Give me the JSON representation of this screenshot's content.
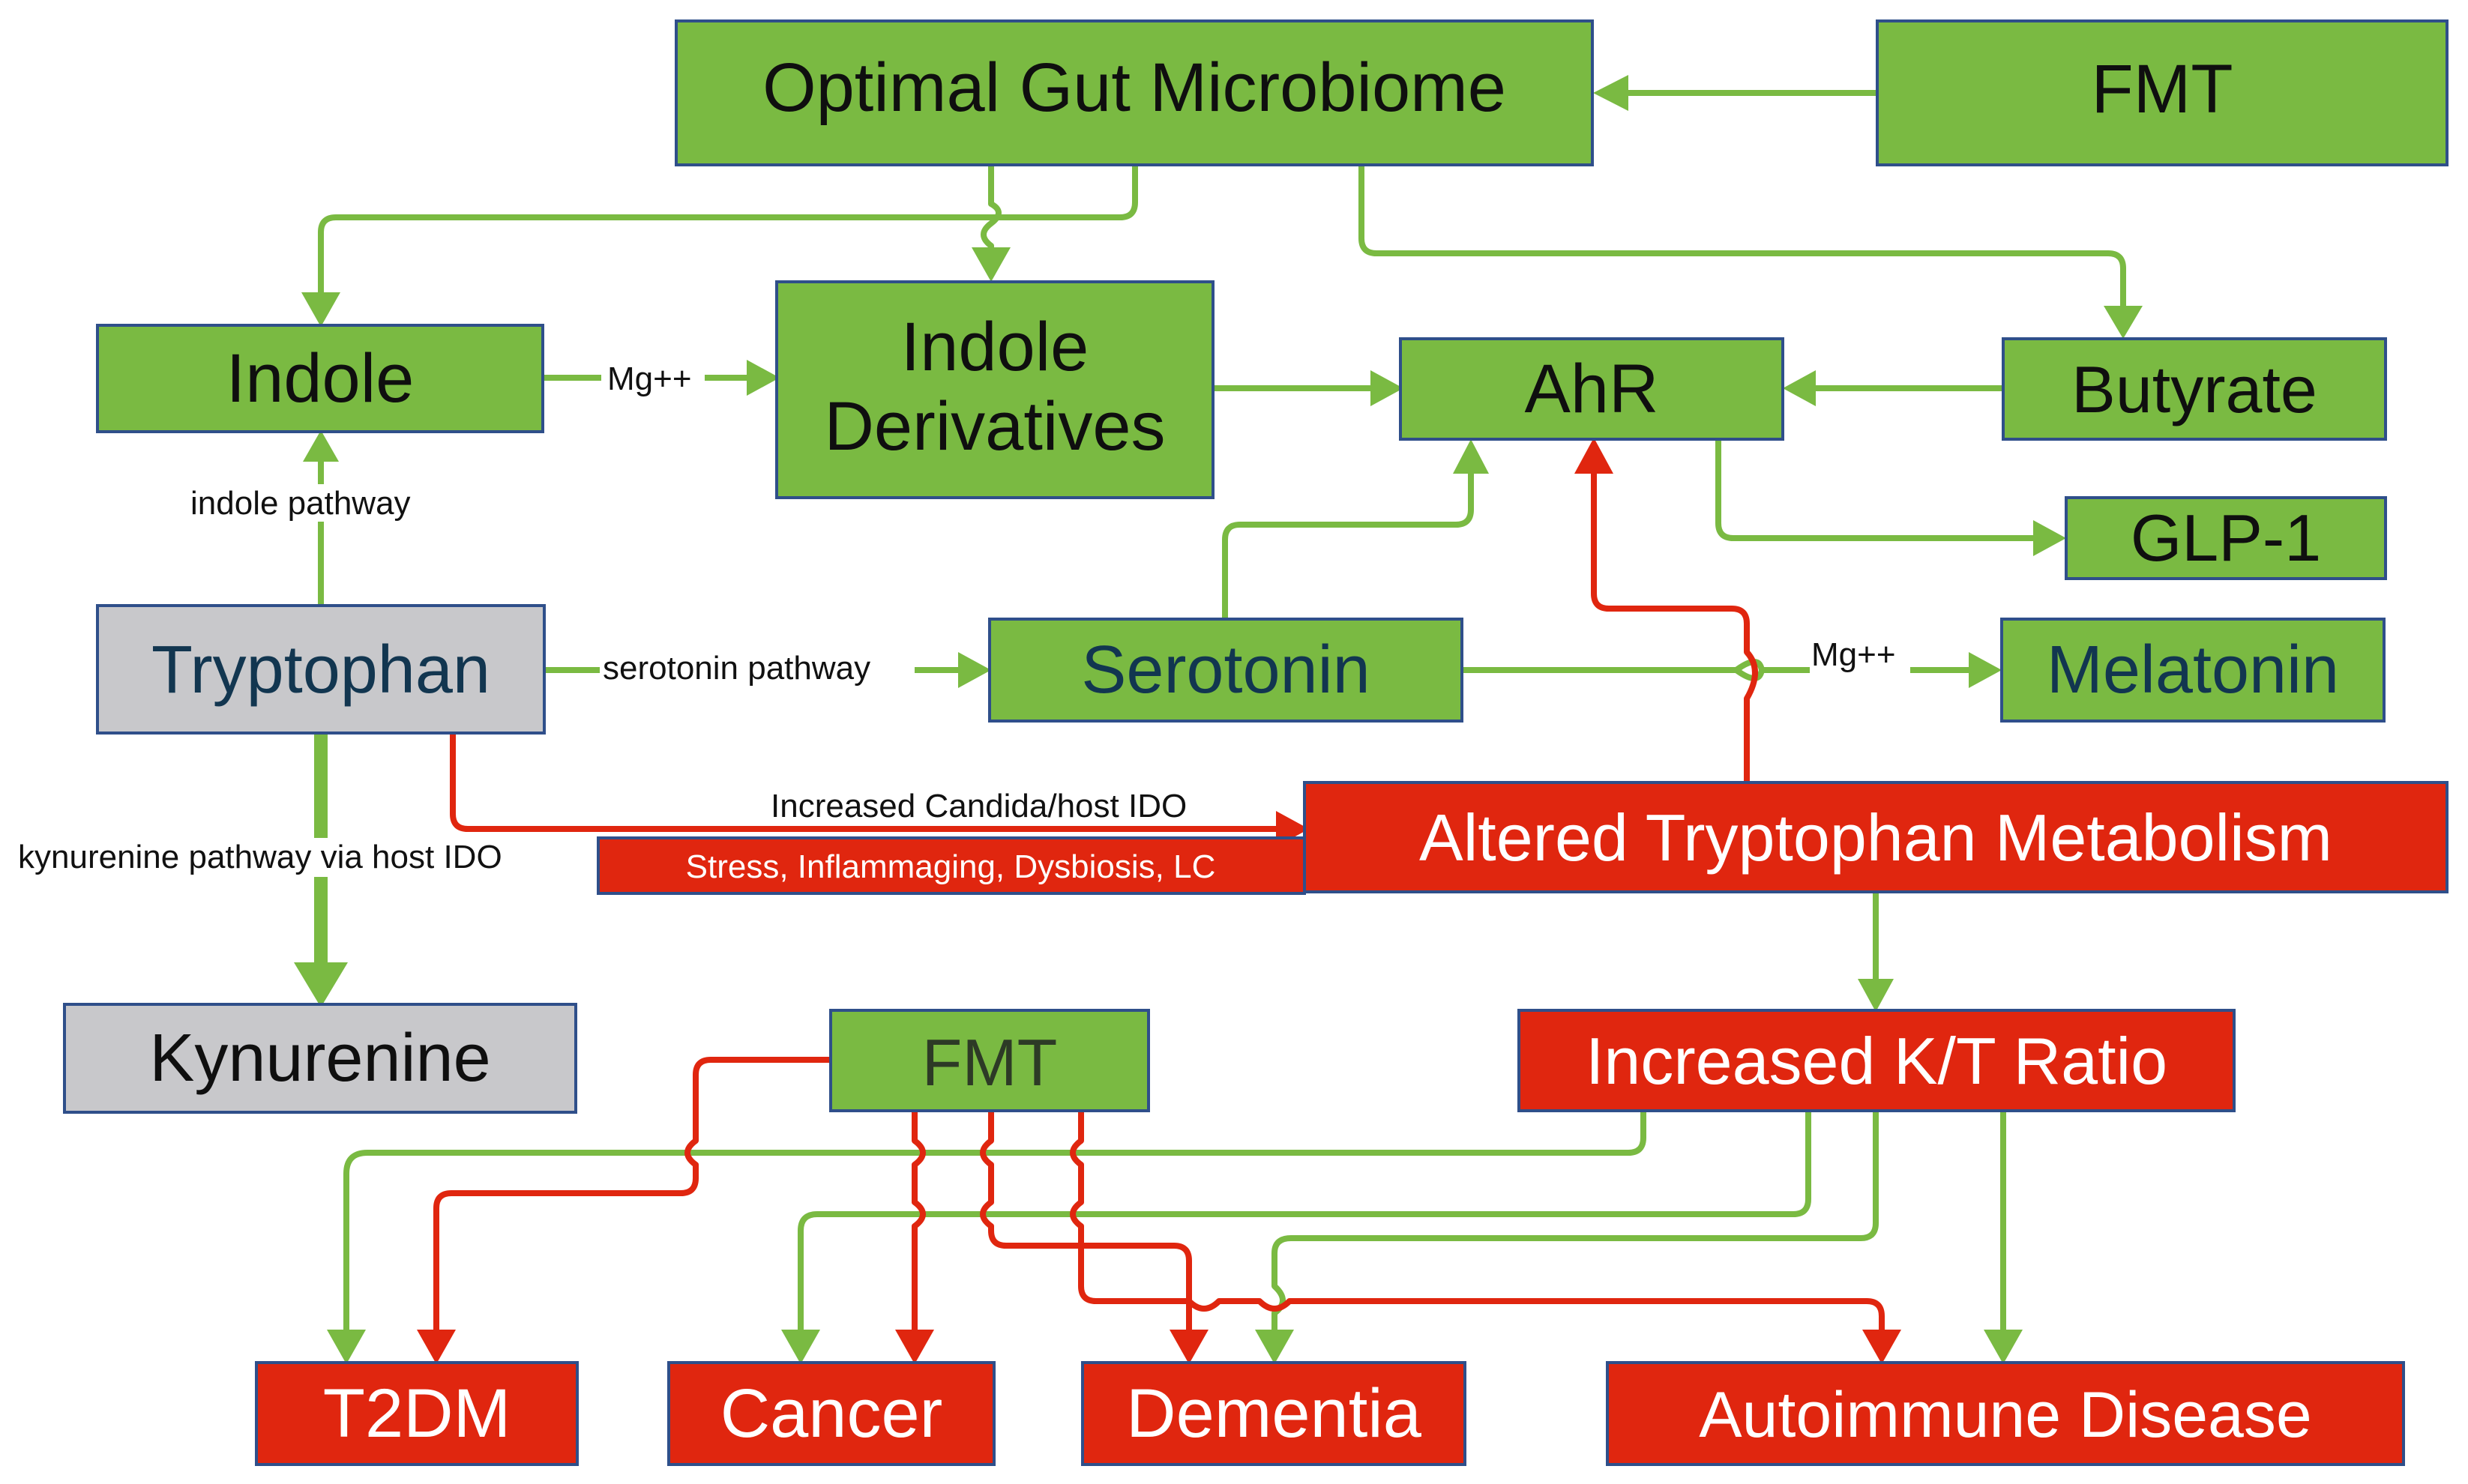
{
  "nodes": {
    "optimal_gut_microbiome": "Optimal Gut Microbiome",
    "fmt_top": "FMT",
    "indole": "Indole",
    "indole_derivatives_line1": "Indole",
    "indole_derivatives_line2": "Derivatives",
    "ahr": "AhR",
    "butyrate": "Butyrate",
    "glp1": "GLP-1",
    "tryptophan": "Tryptophan",
    "serotonin": "Serotonin",
    "melatonin": "Melatonin",
    "altered_tryptophan_metabolism": "Altered Tryptophan Metabolism",
    "stress_box": "Stress, Inflammaging, Dysbiosis, LC",
    "kynurenine": "Kynurenine",
    "fmt_bottom": "FMT",
    "increased_kt_ratio": "Increased K/T Ratio",
    "t2dm": "T2DM",
    "cancer": "Cancer",
    "dementia": "Dementia",
    "autoimmune_disease": "Autoimmune Disease"
  },
  "edge_labels": {
    "mg_indole": "Mg++",
    "indole_pathway": "indole pathway",
    "serotonin_pathway": "serotonin pathway",
    "mg_melatonin": "Mg++",
    "candida_ido": "Increased Candida/host IDO",
    "kynurenine_pathway": "kynurenine pathway via host IDO"
  },
  "colors": {
    "green": "#7aba42",
    "red": "#e0260f",
    "gray": "#c8c8cb",
    "border": "#2f4f8a"
  }
}
